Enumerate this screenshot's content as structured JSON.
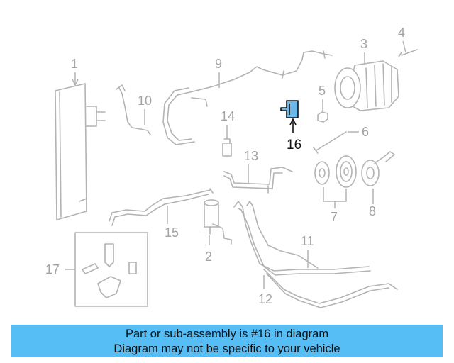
{
  "diagram": {
    "callouts": [
      {
        "id": "1",
        "label": "1"
      },
      {
        "id": "2",
        "label": "2"
      },
      {
        "id": "3",
        "label": "3"
      },
      {
        "id": "4",
        "label": "4"
      },
      {
        "id": "5",
        "label": "5"
      },
      {
        "id": "6",
        "label": "6"
      },
      {
        "id": "7",
        "label": "7"
      },
      {
        "id": "8",
        "label": "8"
      },
      {
        "id": "9",
        "label": "9"
      },
      {
        "id": "10",
        "label": "10"
      },
      {
        "id": "11",
        "label": "11"
      },
      {
        "id": "12",
        "label": "12"
      },
      {
        "id": "13",
        "label": "13"
      },
      {
        "id": "14",
        "label": "14"
      },
      {
        "id": "15",
        "label": "15"
      },
      {
        "id": "16",
        "label": "16"
      },
      {
        "id": "17",
        "label": "17"
      }
    ],
    "highlighted_part": "16",
    "highlight_color": "#6ab8ea"
  },
  "banner": {
    "line1": "Part or sub-assembly is #16 in diagram",
    "line2": "Diagram may not be specific to your vehicle",
    "background_color": "#56bdf5"
  }
}
